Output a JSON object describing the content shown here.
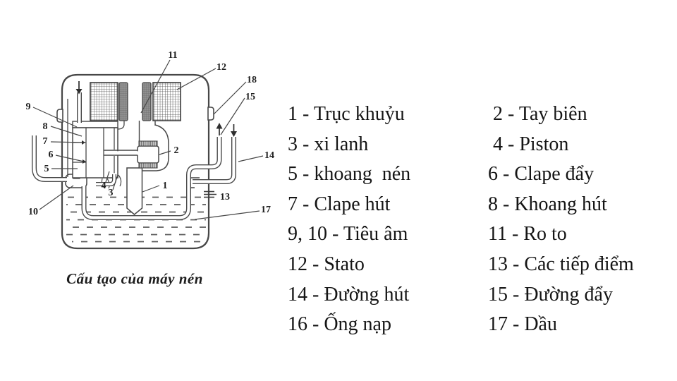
{
  "diagram": {
    "caption": "Cấu tạo của máy nén",
    "line_color": "#474747",
    "labels": {
      "1": "1",
      "2": "2",
      "3": "3",
      "4": "4",
      "5": "5",
      "6": "6",
      "7": "7",
      "8": "8",
      "9": "9",
      "10": "10",
      "11": "11",
      "12": "12",
      "13": "13",
      "14": "14",
      "15": "15",
      "17": "17",
      "18": "18"
    }
  },
  "legend": {
    "rows": [
      {
        "left": "1 - Trục khuỷu",
        "right": " 2 - Tay biên"
      },
      {
        "left": "3 - xi lanh",
        "right": " 4 - Piston"
      },
      {
        "left": "5 - khoang  nén",
        "right": "6 - Clape đẩy"
      },
      {
        "left": "7 - Clape hút",
        "right": "8 - Khoang hút"
      },
      {
        "left": "9, 10 - Tiêu âm",
        "right": "11 - Ro to"
      },
      {
        "left": "12 - Stato",
        "right": "13 - Các tiếp điểm"
      },
      {
        "left": "14 - Đường hút",
        "right": "15 - Đường đẩy"
      },
      {
        "left": "16 - Ống nạp",
        "right": "17 - Dầu"
      }
    ]
  }
}
